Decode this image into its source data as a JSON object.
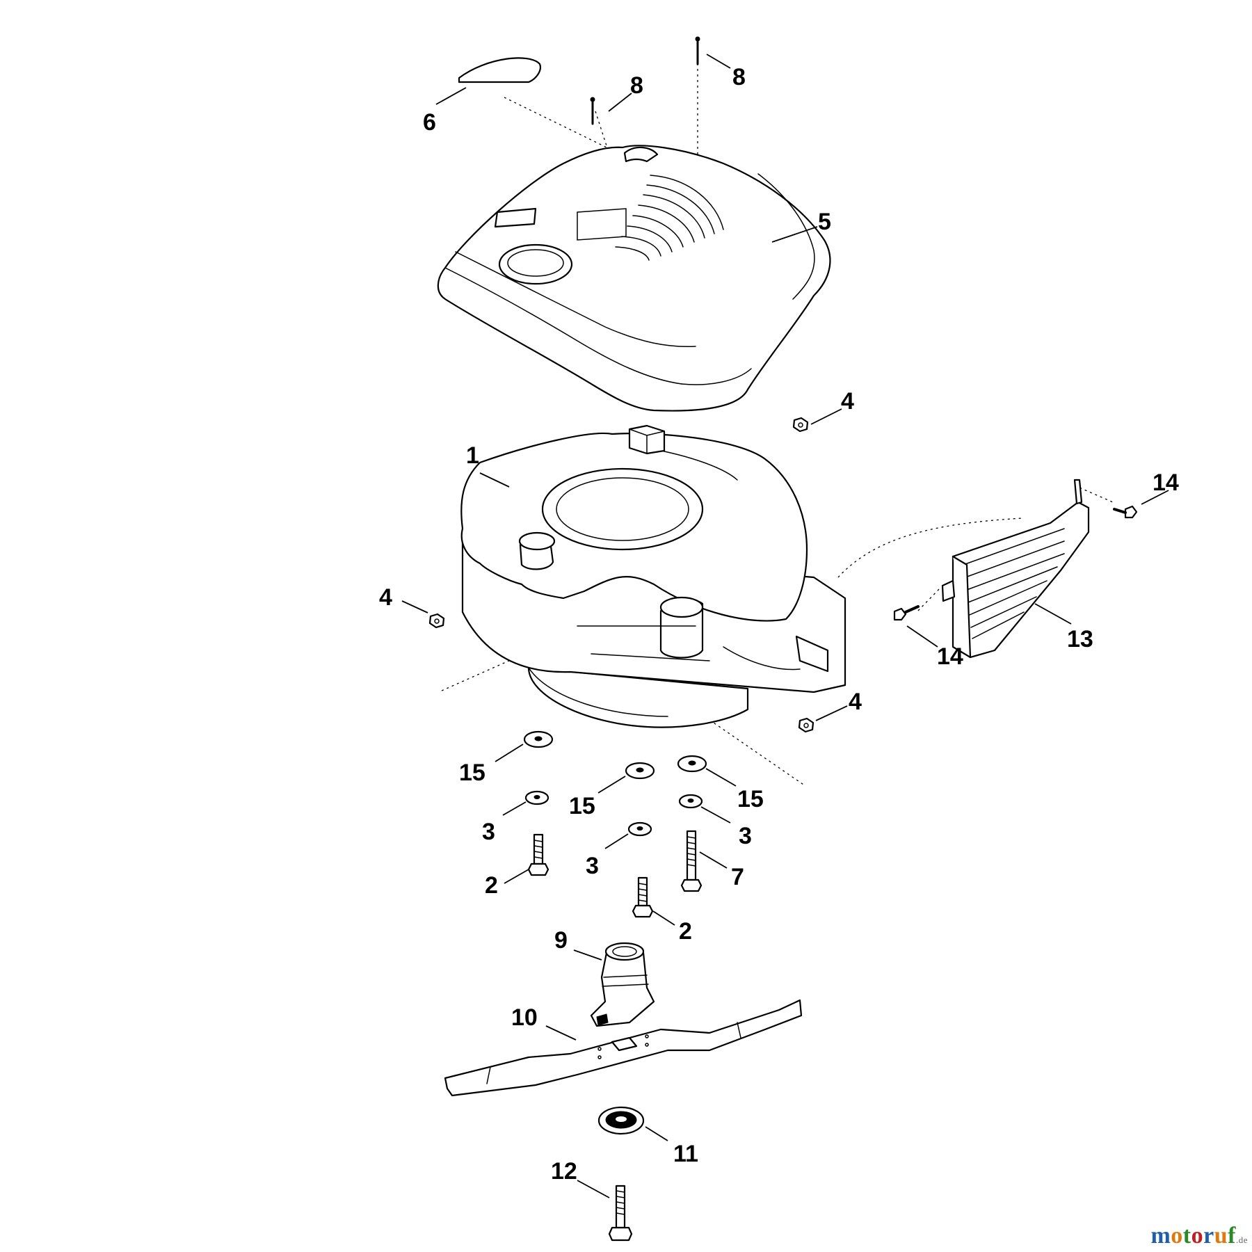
{
  "callouts": {
    "c1": "1",
    "c2a": "2",
    "c2b": "2",
    "c3a": "3",
    "c3b": "3",
    "c3c": "3",
    "c4a": "4",
    "c4b": "4",
    "c4c": "4",
    "c5": "5",
    "c6": "6",
    "c7": "7",
    "c8a": "8",
    "c8b": "8",
    "c9": "9",
    "c10": "10",
    "c11": "11",
    "c12": "12",
    "c13": "13",
    "c14a": "14",
    "c14b": "14",
    "c15a": "15",
    "c15b": "15",
    "c15c": "15"
  },
  "watermark": {
    "letters": [
      "m",
      "o",
      "t",
      "o",
      "r",
      "u",
      "f"
    ],
    "letter_colors": [
      "#1f5fa8",
      "#e07a10",
      "#2a8a2a",
      "#c02020",
      "#1f5fa8",
      "#e07a10",
      "#2a8a2a"
    ],
    "suffix": ".de"
  }
}
